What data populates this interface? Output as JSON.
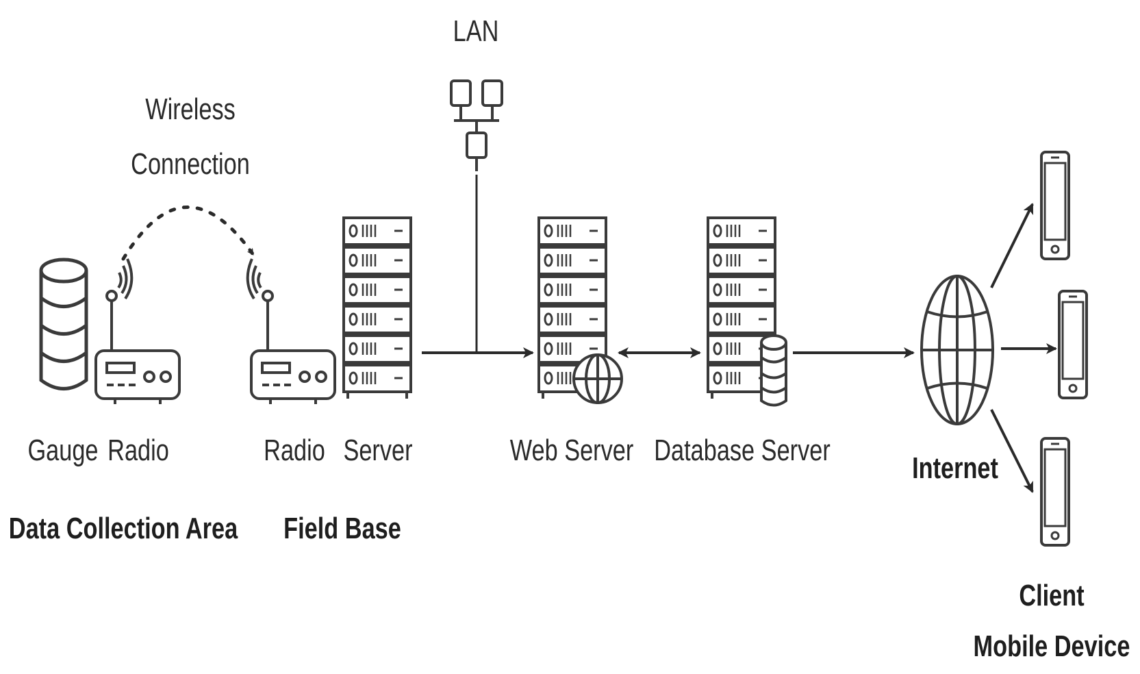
{
  "colors": {
    "ink": "#3a3a3a",
    "background": "#ffffff"
  },
  "labels": {
    "lan": "LAN",
    "wireless_line1": "Wireless",
    "wireless_line2": "Connection",
    "gauge": "Gauge",
    "radio_left": "Radio",
    "radio_right": "Radio",
    "server": "Server",
    "web_server": "Web Server",
    "database_server": "Database Server",
    "internet": "Internet",
    "data_collection_area": "Data Collection Area",
    "field_base": "Field Base",
    "client_line1": "Client",
    "client_line2": "Mobile Device"
  },
  "icons": [
    "database-cylinder-icon",
    "radio-transceiver-icon",
    "server-rack-icon",
    "lan-computers-icon",
    "web-server-globe-icon",
    "database-server-icon",
    "globe-icon",
    "mobile-phone-icon"
  ]
}
